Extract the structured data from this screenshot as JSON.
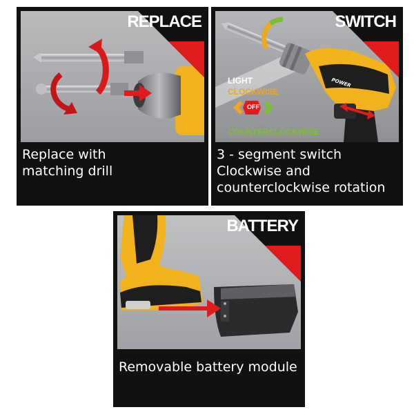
{
  "panels": {
    "replace": {
      "title": "REPLACE",
      "caption_lines": [
        "Replace with",
        "matching drill"
      ]
    },
    "switch": {
      "title": "SWITCH",
      "labels": {
        "light": "LIGHT",
        "clockwise": "CLOCKWISE",
        "off": "OFF",
        "counterclockwise": "COUNTERCLOCKWISE",
        "brand": "POWER"
      },
      "caption_lines": [
        "3 - segment switch",
        "Clockwise and",
        "counterclockwise rotation"
      ]
    },
    "battery": {
      "title": "BATTERY",
      "caption_lines": [
        "Removable battery module"
      ]
    }
  },
  "colors": {
    "panel_bg": "#111111",
    "scene_bg": "#a9abae",
    "accent_red": "#e01b1b",
    "tool_yellow": "#f2b21c",
    "clockwise_orange": "#f2a61b",
    "counter_green": "#7bc12a"
  }
}
